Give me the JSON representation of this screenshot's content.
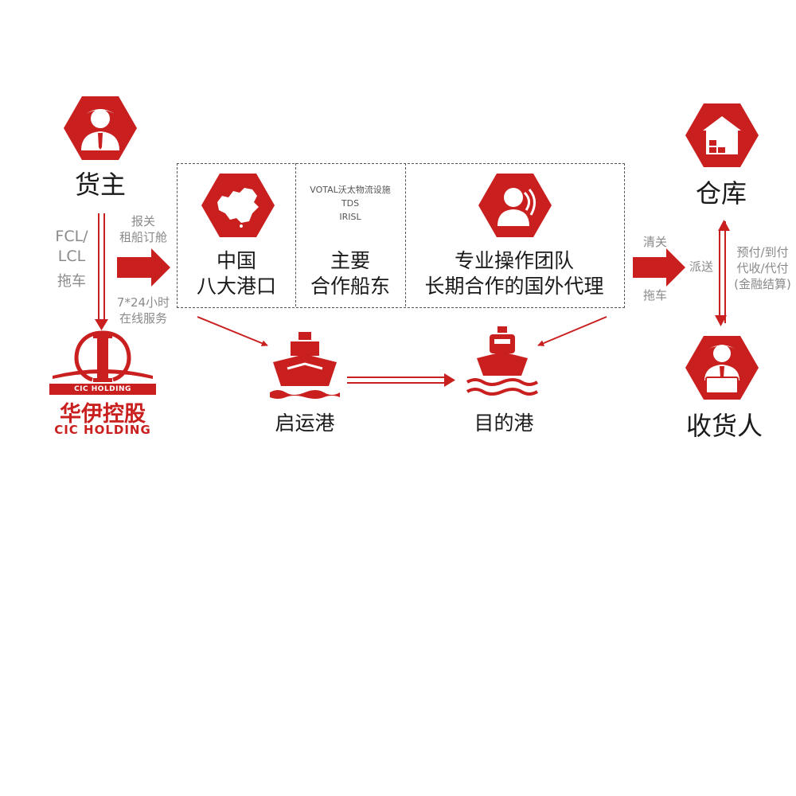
{
  "nodes": {
    "shipper": {
      "label": "货主",
      "icon": "businessman-icon"
    },
    "warehouse": {
      "label": "仓库",
      "icon": "house-icon"
    },
    "consignee": {
      "label": "收货人",
      "icon": "businessman-desk-icon"
    },
    "china_ports": {
      "line1": "中国",
      "line2": "八大港口",
      "icon": "china-map-icon"
    },
    "shipowners": {
      "header": [
        "VOTAL沃太物流设施",
        "TDS",
        "IRISL"
      ],
      "line1": "主要",
      "line2": "合作船东"
    },
    "team": {
      "line1": "专业操作团队",
      "line2": "长期合作的国外代理",
      "icon": "team-member-icon"
    },
    "origin_port": {
      "label": "启运港",
      "icon": "ship-icon"
    },
    "dest_port": {
      "label": "目的港",
      "icon": "ship-waves-icon"
    }
  },
  "edges": {
    "fcl_lcl": [
      "FCL/",
      "LCL"
    ],
    "trucking_left": "拖车",
    "customs_booking": [
      "报关",
      "租船订舱"
    ],
    "online_service": [
      "7*24小时",
      "在线服务"
    ],
    "clearance": "清关",
    "dispatch": "派送",
    "trucking_right": "拖车",
    "payment": [
      "预付/到付",
      "代收/代付",
      "(金融结算)"
    ]
  },
  "logo": {
    "banner": "CIC HOLDING",
    "cn_name": "华伊控股",
    "en_name": "CIC HOLDING"
  },
  "colors": {
    "brand_red": "#c91f1f",
    "dark_red": "#a31818",
    "label_gray": "#8a8a8a",
    "text_dark": "#1a1a1a"
  }
}
